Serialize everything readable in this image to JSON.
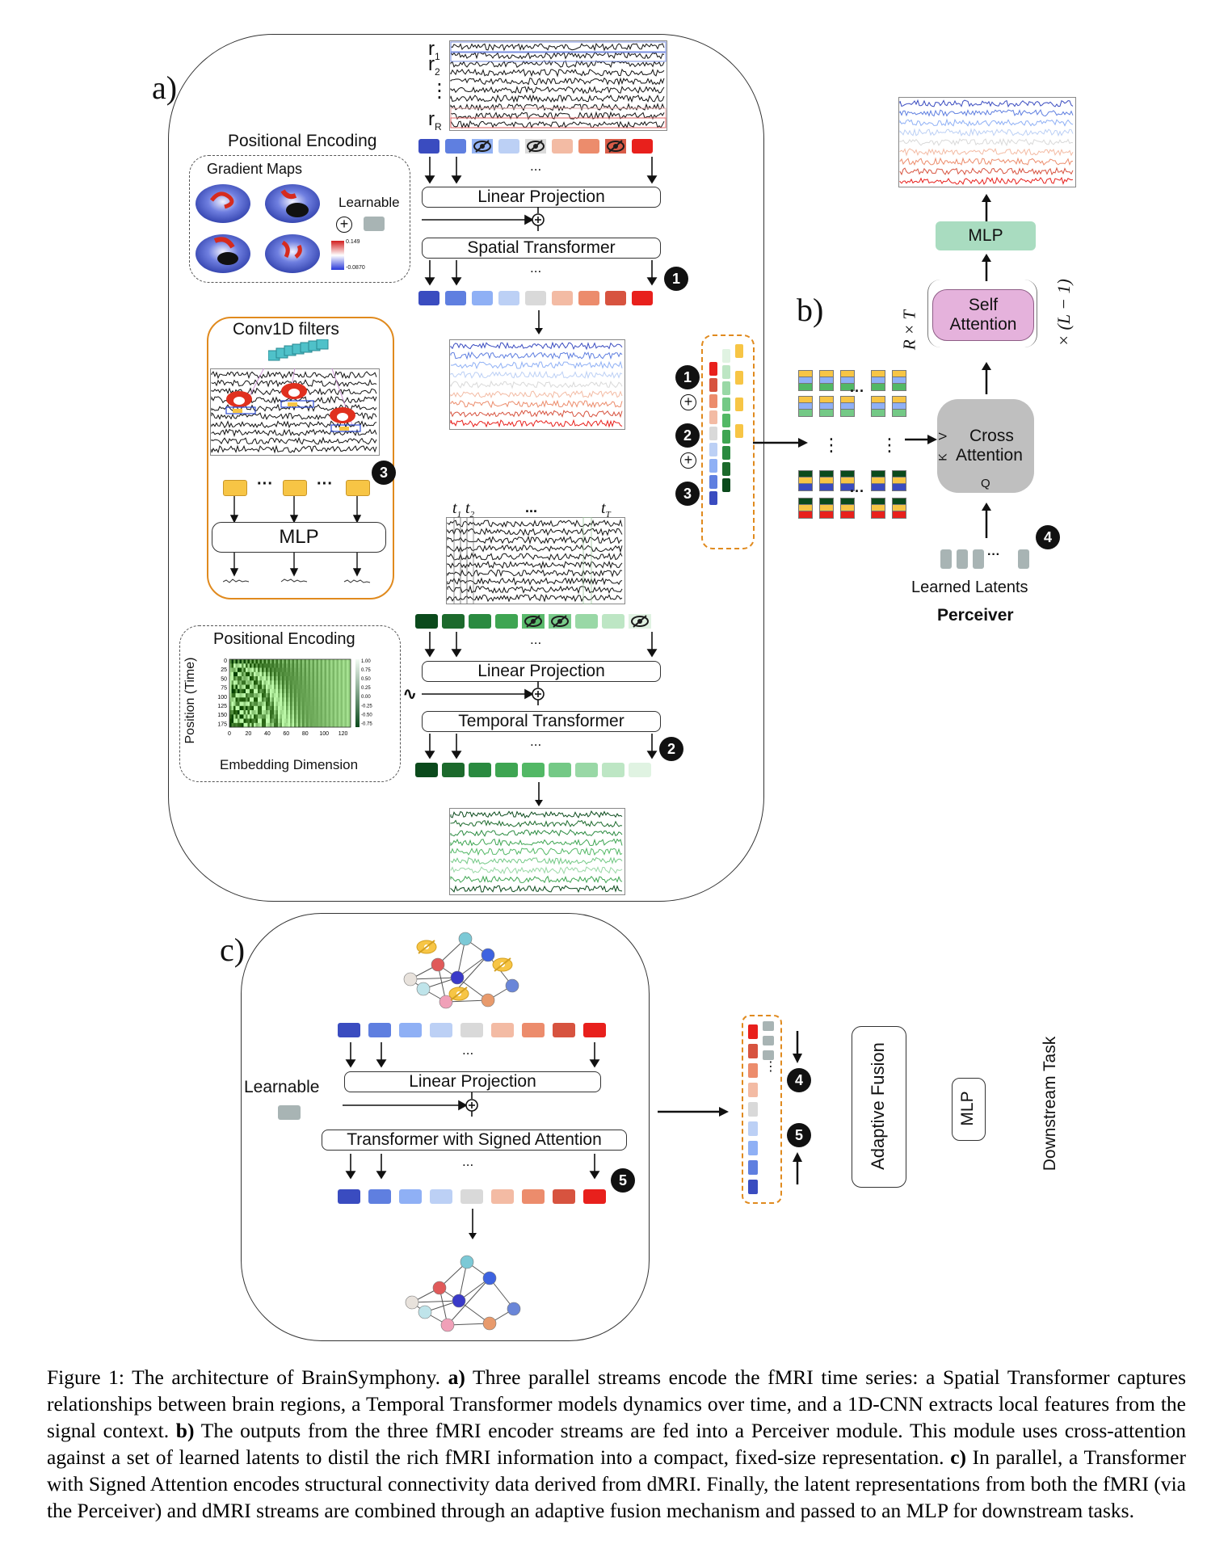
{
  "panels": {
    "a": "a)",
    "b": "b)",
    "c": "c)"
  },
  "spatial": {
    "pos_encoding_title": "Positional Encoding",
    "gradient_maps": "Gradient Maps",
    "learnable": "Learnable",
    "colorbar_top": "0.149",
    "colorbar_bottom": "-0.0870",
    "region_labels": [
      "r",
      "r",
      "⋮",
      "r"
    ],
    "region_subscripts": [
      "1",
      "2",
      "",
      "R"
    ],
    "linear_projection": "Linear Projection",
    "transformer": "Spatial Transformer",
    "ellipsis": "..."
  },
  "conv": {
    "title": "Conv1D filters",
    "mlp": "MLP",
    "dots": "···"
  },
  "temporal": {
    "time_labels": [
      "t",
      "t",
      "...",
      "t"
    ],
    "time_subscripts": [
      "1",
      "2",
      "",
      "T"
    ],
    "pos_encoding_title": "Positional Encoding",
    "ylabel": "Position (Time)",
    "xlabel": "Embedding Dimension",
    "yticks": [
      "0",
      "25",
      "50",
      "75",
      "100",
      "125",
      "150",
      "175"
    ],
    "xticks": [
      "0",
      "20",
      "40",
      "60",
      "80",
      "100",
      "120"
    ],
    "cbar_ticks": [
      "1.00",
      "0.75",
      "0.50",
      "0.25",
      "0.00",
      "-0.25",
      "-0.50",
      "-0.75"
    ],
    "sin_symbol": "∿",
    "linear_projection": "Linear Projection",
    "transformer": "Temporal Transformer",
    "ellipsis": "..."
  },
  "perceiver": {
    "cross_attention": [
      "Cross",
      "Attention"
    ],
    "kv": [
      "V",
      "K"
    ],
    "q": "Q",
    "self_attention": [
      "Self",
      "Attention"
    ],
    "mlp": "MLP",
    "repeat": "× (L − 1)",
    "dims": "R × T",
    "latents": "Learned Latents",
    "title": "Perceiver",
    "dots": "···",
    "vdots": "⋮"
  },
  "dmri": {
    "learnable": "Learnable",
    "linear_projection": "Linear Projection",
    "transformer": "Transformer with Signed Attention",
    "ellipsis": "..."
  },
  "fusion": {
    "adaptive": "Adaptive Fusion",
    "mlp": "MLP",
    "downstream": "Downstream Task"
  },
  "badges": [
    "1",
    "2",
    "3",
    "4",
    "5"
  ],
  "plus": "+",
  "colors": {
    "blue_red_scale": [
      "#3a4cc0",
      "#5f7fe0",
      "#8fb0f5",
      "#bcd0f5",
      "#d9d9d9",
      "#f3bba4",
      "#ec8c6c",
      "#d7533f",
      "#e8201c"
    ],
    "green_scale": [
      "#0b4a1c",
      "#1c6a2c",
      "#2a8a40",
      "#3ea552",
      "#52b865",
      "#74c986",
      "#99d8a6",
      "#bde6c4",
      "#e0f3e2"
    ],
    "yellow": "#f7c545",
    "mlp_green": "#a9dcc0",
    "self_attention_pink": "#e5b2dc",
    "cross_attention_gray": "#bfbfbf",
    "orange_dash": "#e08a1e"
  },
  "caption": {
    "lead": "Figure 1: The architecture of BrainSymphony. ",
    "a_label": "a)",
    "a_text": " Three parallel streams encode the fMRI time series: a Spatial Transformer captures relationships between brain regions, a Temporal Transformer models dynamics over time, and a 1D-CNN extracts local features from the signal context. ",
    "b_label": "b)",
    "b_text": " The outputs from the three fMRI encoder streams are fed into a Perceiver module. This module uses cross-attention against a set of learned latents to distil the rich fMRI information into a compact, fixed-size representation. ",
    "c_label": "c)",
    "c_text": " In parallel, a Transformer with Signed Attention encodes structural connectivity data derived from dMRI. Finally, the latent representations from both the fMRI (via the Perceiver) and dMRI streams are combined through an adaptive fusion mechanism and passed to an MLP for downstream tasks."
  }
}
